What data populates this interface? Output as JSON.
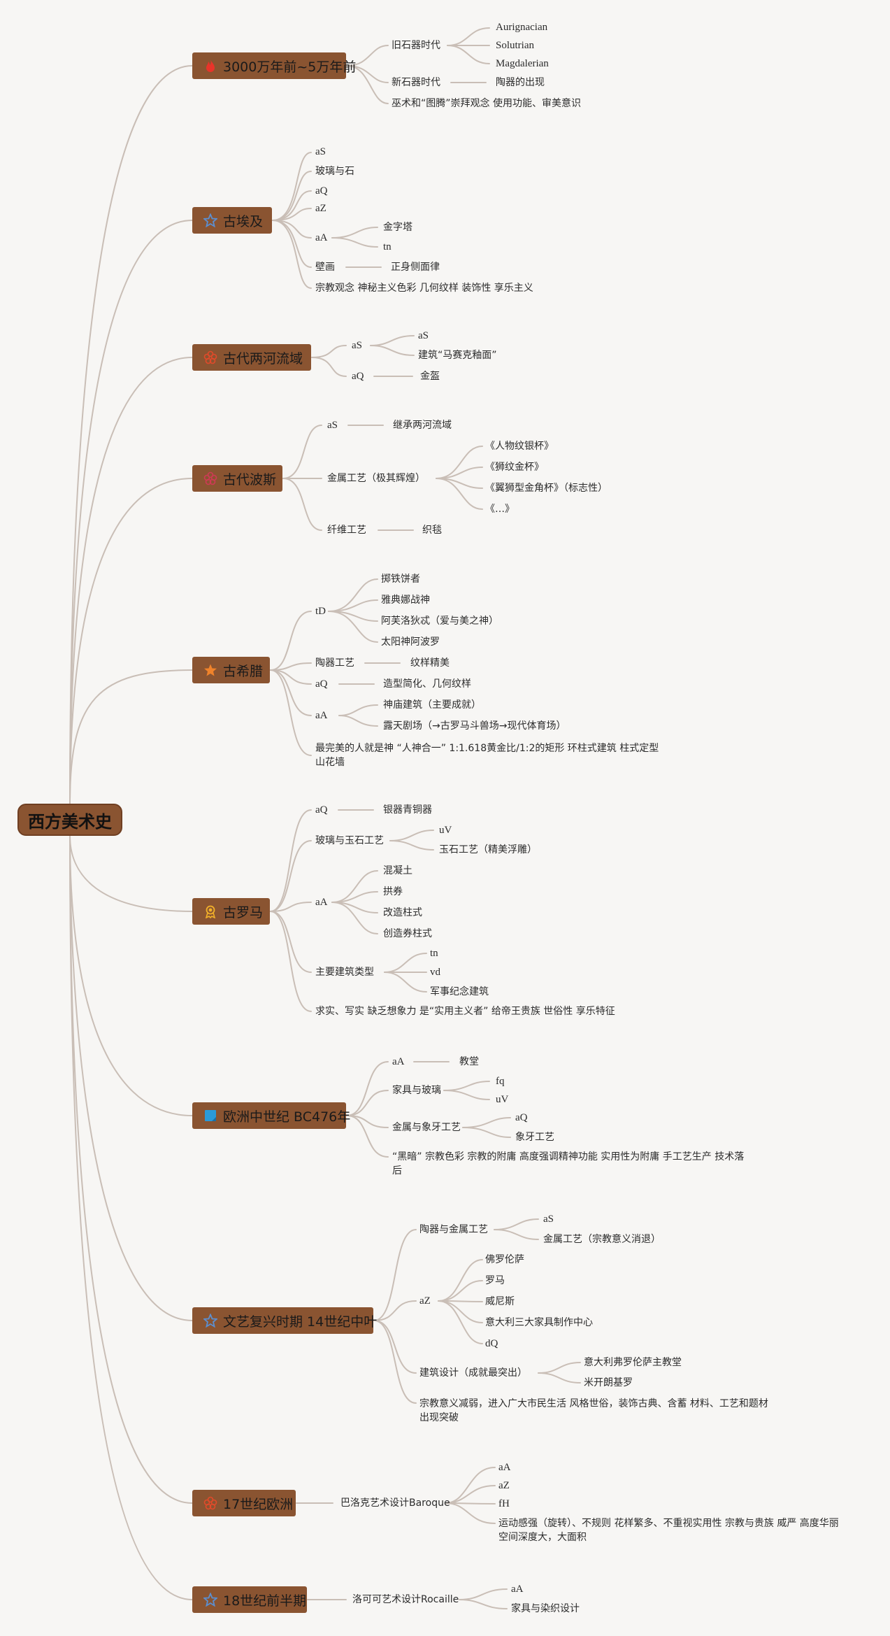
{
  "root": "西方美术史",
  "eras": [
    {
      "label": "3000万年前~5万年前",
      "icon": "fire-icon",
      "icon_color": "#e8342a"
    },
    {
      "label": "古埃及",
      "icon": "star-outline-icon",
      "icon_color": "#5b8fd1"
    },
    {
      "label": "古代两河流域",
      "icon": "flower-icon",
      "icon_color": "#e24a2a"
    },
    {
      "label": "古代波斯",
      "icon": "flower-icon",
      "icon_color": "#cf3a55"
    },
    {
      "label": "古希腊",
      "icon": "star-icon",
      "icon_color": "#f0832b"
    },
    {
      "label": "古罗马",
      "icon": "award-medal-icon",
      "icon_color": "#f2b12a"
    },
    {
      "label": "欧洲中世纪 BC476年",
      "icon": "flag-icon",
      "icon_color": "#2a9ad8"
    },
    {
      "label": "文艺复兴时期 14世纪中叶",
      "icon": "star-outline-icon",
      "icon_color": "#5b8fd1"
    },
    {
      "label": "17世纪欧洲",
      "icon": "flower-icon",
      "icon_color": "#e24a2a"
    },
    {
      "label": "18世纪前半期",
      "icon": "star-outline-icon",
      "icon_color": "#5b8fd1"
    }
  ],
  "nodes": {
    "e1_old": "旧石器时代",
    "e1_aur": "Aurignacian",
    "e1_sol": "Solutrian",
    "e1_mag": "Magdalerian",
    "e1_new": "新石器时代",
    "e1_pot": "陶器的出现",
    "e1_wit": "巫术和“图腾”崇拜观念 使用功能、审美意识",
    "e2_as": "aS",
    "e2_glass": "玻璃与石",
    "e2_aq": "aQ",
    "e2_az": "aZ",
    "e2_aa": "aA",
    "e2_pyr": "金字塔",
    "e2_tn": "tn",
    "e2_mural": "壁画",
    "e2_front": "正身侧面律",
    "e2_rel": "宗教观念 神秘主义色彩 几何纹样 装饰性 享乐主义",
    "e3_as": "aS",
    "e3_as2": "aS",
    "e3_arch": "建筑“马赛克釉面”",
    "e3_aq": "aQ",
    "e3_gold": "金盔",
    "e4_as": "aS",
    "e4_inh": "继承两河流域",
    "e4_metal": "金属工艺（极其辉煌）",
    "e4_c1": "《人物纹银杯》",
    "e4_c2": "《狮纹金杯》",
    "e4_c3": "《翼狮型金角杯》（标志性）",
    "e4_c4": "《…》",
    "e4_fib": "纤维工艺",
    "e4_rug": "织毯",
    "e5_td": "tD",
    "e5_s1": "掷铁饼者",
    "e5_s2": "雅典娜战神",
    "e5_s3": "阿芙洛狄忒（爱与美之神）",
    "e5_s4": "太阳神阿波罗",
    "e5_pot": "陶器工艺",
    "e5_potd": "纹样精美",
    "e5_aq": "aQ",
    "e5_aqd": "造型简化、几何纹样",
    "e5_aa": "aA",
    "e5_temple": "神庙建筑（主要成就）",
    "e5_theatre": "露天剧场（→古罗马斗兽场→现代体育场）",
    "e5_sum": "最完美的人就是神 “人神合一” 1:1.618黄金比/1:2的矩形 环柱式建筑 柱式定型 山花墙",
    "e6_aq": "aQ",
    "e6_bronze": "银器青铜器",
    "e6_glass": "玻璃与玉石工艺",
    "e6_uv": "uV",
    "e6_jade": "玉石工艺（精美浮雕）",
    "e6_aa": "aA",
    "e6_a1": "混凝土",
    "e6_a2": "拱券",
    "e6_a3": "改造柱式",
    "e6_a4": "创造券柱式",
    "e6_types": "主要建筑类型",
    "e6_tn": "tn",
    "e6_vd": "vd",
    "e6_mil": "军事纪念建筑",
    "e6_sum": "求实、写实 缺乏想象力 是“实用主义者” 给帝王贵族 世俗性 享乐特征",
    "e7_aa": "aA",
    "e7_church": "教堂",
    "e7_furn": "家具与玻璃",
    "e7_fq": "fq",
    "e7_uv": "uV",
    "e7_metal": "金属与象牙工艺",
    "e7_aq": "aQ",
    "e7_ivory": "象牙工艺",
    "e7_sum": "“黑暗” 宗教色彩 宗教的附庸 高度强调精神功能 实用性为附庸 手工艺生产 技术落后",
    "e8_pot": "陶器与金属工艺",
    "e8_as": "aS",
    "e8_metal": "金属工艺（宗教意义消退）",
    "e8_az": "aZ",
    "e8_c1": "佛罗伦萨",
    "e8_c2": "罗马",
    "e8_c3": "威尼斯",
    "e8_c4": "意大利三大家具制作中心",
    "e8_dq": "dQ",
    "e8_arch": "建筑设计（成就最突出）",
    "e8_a1": "意大利弗罗伦萨主教堂",
    "e8_a2": "米开朗基罗",
    "e8_sum": "宗教意义减弱，进入广大市民生活 风格世俗，装饰古典、含蓄 材料、工艺和题材出现突破",
    "e9_bar": "巴洛克艺术设计Baroque",
    "e9_aa": "aA",
    "e9_az": "aZ",
    "e9_fh": "fH",
    "e9_sum": "运动感强（旋转）、不规则 花样繁多、不重视实用性 宗教与贵族 威严 高度华丽 空间深度大，大面积",
    "e10_roc": "洛可可艺术设计Rocaille",
    "e10_aa": "aA",
    "e10_furn": "家具与染织设计"
  }
}
